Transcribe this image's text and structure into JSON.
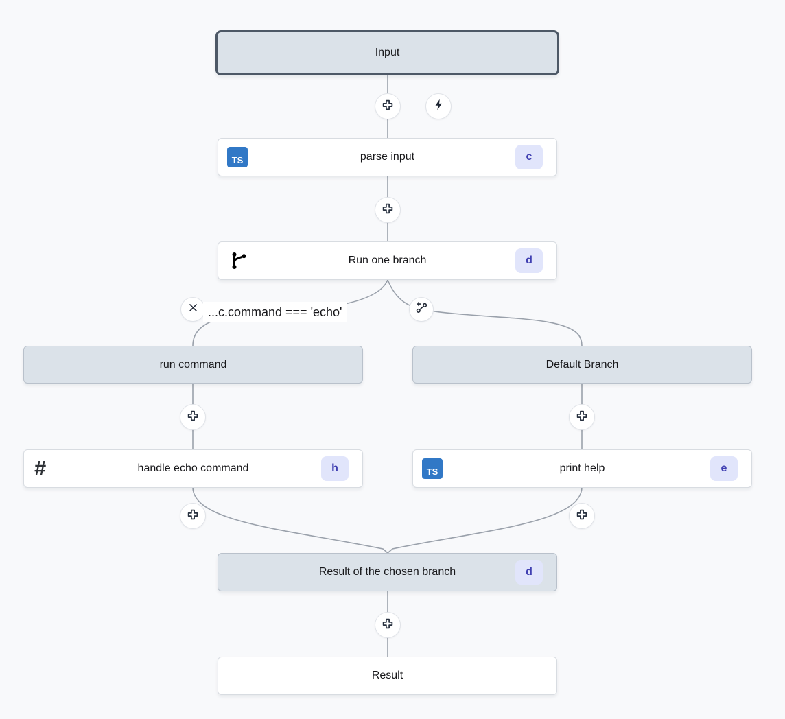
{
  "app": {
    "name": "flow-editor"
  },
  "nodes": {
    "input": {
      "label": "Input"
    },
    "parse_input": {
      "label": "parse input",
      "badge": "c"
    },
    "run_one_branch": {
      "label": "Run one branch",
      "badge": "d"
    },
    "condition_label": "...c.command === 'echo'",
    "run_command": {
      "label": "run command"
    },
    "default_branch": {
      "label": "Default Branch"
    },
    "handle_echo_command": {
      "label": "handle echo command",
      "badge": "h"
    },
    "print_help": {
      "label": "print help",
      "badge": "e"
    },
    "result_of_chosen_branch": {
      "label": "Result of the chosen branch",
      "badge": "d"
    },
    "result": {
      "label": "Result"
    }
  },
  "icons": {
    "typescript_label": "TS",
    "bash_glyph": "#"
  },
  "colors": {
    "canvas_bg": "#f8f9fb",
    "edge": "#9aa1ab",
    "module_bg": "#ffffff",
    "virtual_node_bg": "#dbe2e9",
    "input_border": "#4d5866",
    "badge_bg": "#e1e5fb",
    "badge_text": "#4040b2",
    "typescript_blue": "#3178c6",
    "icon_dark": "#1e2633"
  }
}
